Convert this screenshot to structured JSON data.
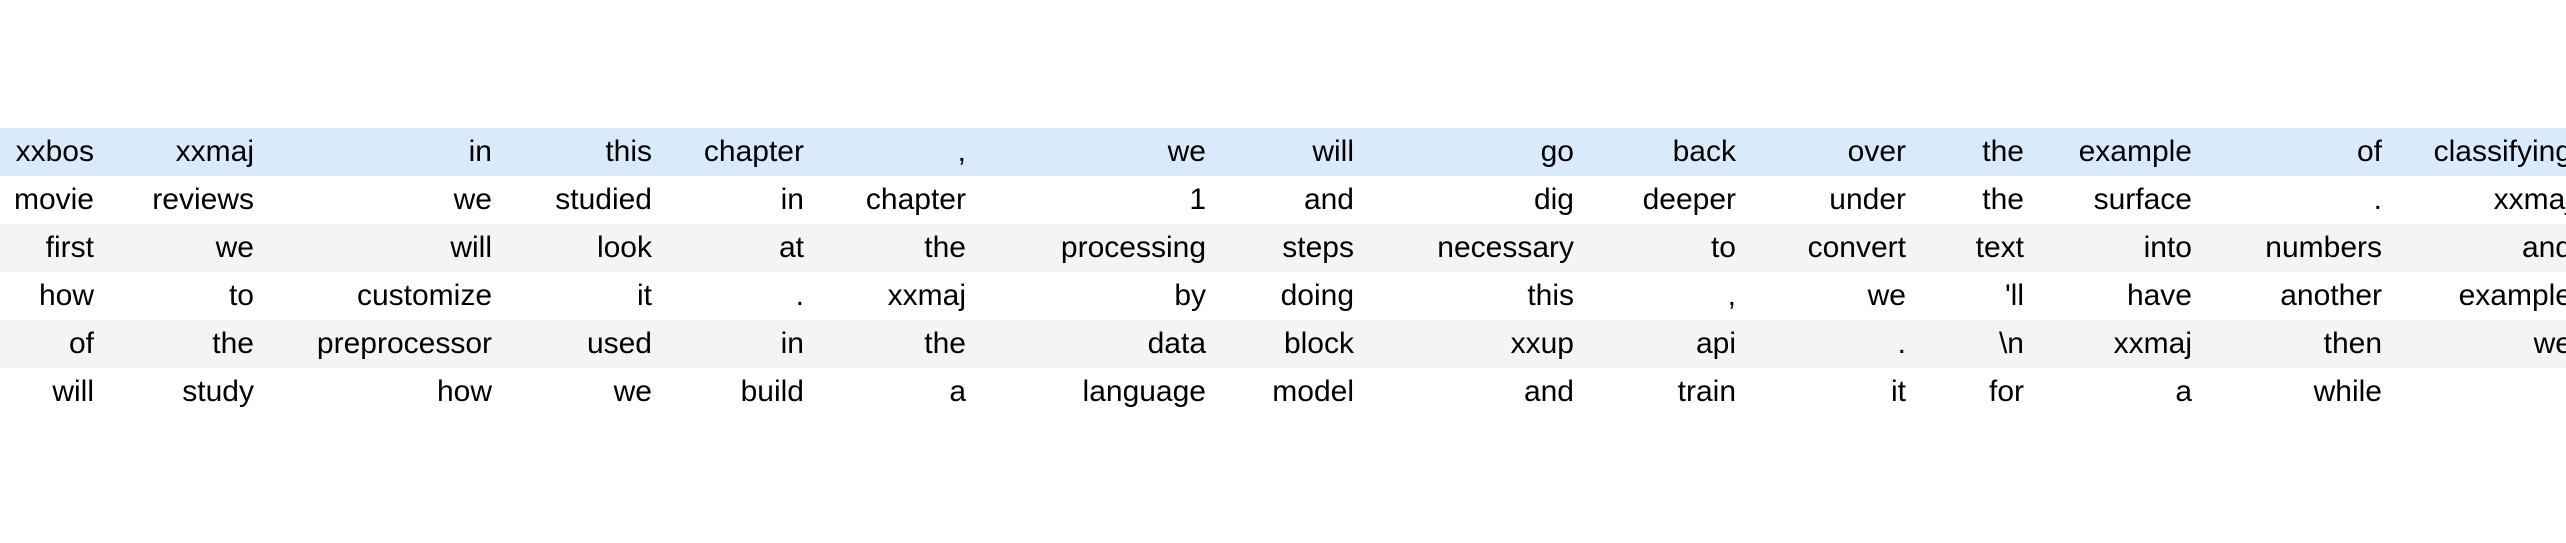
{
  "table": {
    "type": "token-grid",
    "columns": 15,
    "rows": 6,
    "highlight_color": "#d9eafa",
    "stripe_color": "#f4f4f4",
    "base_color": "#ffffff",
    "text_color": "#000000",
    "align": "right",
    "data": [
      [
        "xxbos",
        "xxmaj",
        "in",
        "this",
        "chapter",
        ",",
        "we",
        "will",
        "go",
        "back",
        "over",
        "the",
        "example",
        "of",
        "classifying"
      ],
      [
        "movie",
        "reviews",
        "we",
        "studied",
        "in",
        "chapter",
        "1",
        "and",
        "dig",
        "deeper",
        "under",
        "the",
        "surface",
        ".",
        "xxmaj"
      ],
      [
        "first",
        "we",
        "will",
        "look",
        "at",
        "the",
        "processing",
        "steps",
        "necessary",
        "to",
        "convert",
        "text",
        "into",
        "numbers",
        "and"
      ],
      [
        "how",
        "to",
        "customize",
        "it",
        ".",
        "xxmaj",
        "by",
        "doing",
        "this",
        ",",
        "we",
        "'ll",
        "have",
        "another",
        "example"
      ],
      [
        "of",
        "the",
        "preprocessor",
        "used",
        "in",
        "the",
        "data",
        "block",
        "xxup",
        "api",
        ".",
        "\\n",
        "xxmaj",
        "then",
        "we"
      ],
      [
        "will",
        "study",
        "how",
        "we",
        "build",
        "a",
        "language",
        "model",
        "and",
        "train",
        "it",
        "for",
        "a",
        "while",
        "."
      ]
    ]
  }
}
